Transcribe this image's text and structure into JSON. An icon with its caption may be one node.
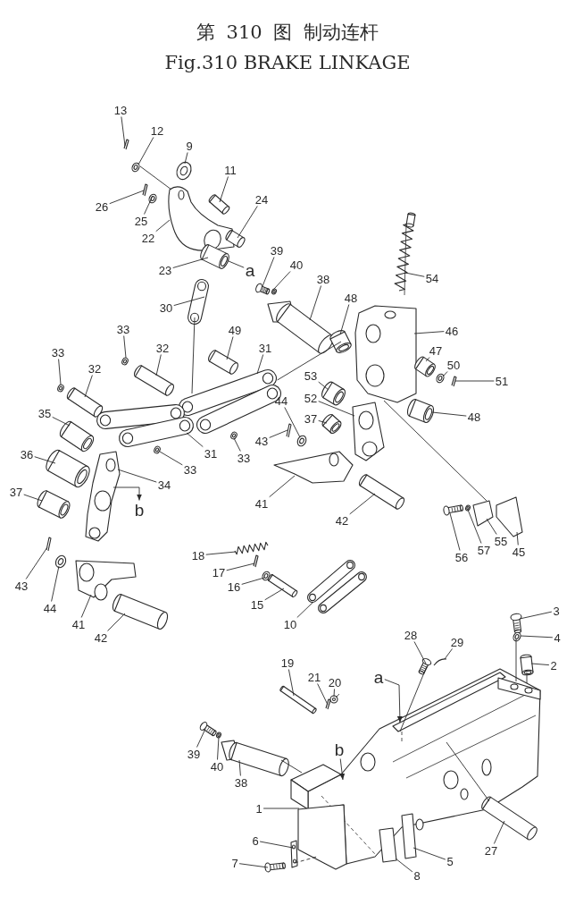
{
  "diagram": {
    "title": "第 310 图 制动连杆",
    "caption": "Fig.310 BRAKE LINKAGE",
    "nodes": [
      {
        "text": [
          "13"
        ]
      },
      {
        "text": [
          "12"
        ]
      },
      {
        "text": [
          "9"
        ]
      },
      {
        "text": [
          "11"
        ]
      },
      {
        "text": [
          "26"
        ]
      },
      {
        "text": [
          "25"
        ]
      },
      {
        "text": [
          "22"
        ]
      },
      {
        "text": [
          "24"
        ]
      },
      {
        "text": [
          "23"
        ]
      },
      {
        "text": [
          "a"
        ]
      },
      {
        "text": [
          "54"
        ]
      },
      {
        "text": [
          "39"
        ]
      },
      {
        "text": [
          "40"
        ]
      },
      {
        "text": [
          "38"
        ]
      },
      {
        "text": [
          "48"
        ]
      },
      {
        "text": [
          "30"
        ]
      },
      {
        "text": [
          "33"
        ]
      },
      {
        "text": [
          "32"
        ]
      },
      {
        "text": [
          "49"
        ]
      },
      {
        "text": [
          "31"
        ]
      },
      {
        "text": [
          "46"
        ]
      },
      {
        "text": [
          "33"
        ]
      },
      {
        "text": [
          "32"
        ]
      },
      {
        "text": [
          "47"
        ]
      },
      {
        "text": [
          "50"
        ]
      },
      {
        "text": [
          "51"
        ]
      },
      {
        "text": [
          "53"
        ]
      },
      {
        "text": [
          "44"
        ]
      },
      {
        "text": [
          "52"
        ]
      },
      {
        "text": [
          "35"
        ]
      },
      {
        "text": [
          "43"
        ]
      },
      {
        "text": [
          "37"
        ]
      },
      {
        "text": [
          "48"
        ]
      },
      {
        "text": [
          "31"
        ]
      },
      {
        "text": [
          "36"
        ]
      },
      {
        "text": [
          "33"
        ]
      },
      {
        "text": [
          "33"
        ]
      },
      {
        "text": [
          "34"
        ]
      },
      {
        "text": [
          "37"
        ]
      },
      {
        "text": [
          "b"
        ]
      },
      {
        "text": [
          "41"
        ]
      },
      {
        "text": [
          "42"
        ]
      },
      {
        "text": [
          "56"
        ]
      },
      {
        "text": [
          "57"
        ]
      },
      {
        "text": [
          "55"
        ]
      },
      {
        "text": [
          "45"
        ]
      },
      {
        "text": [
          "18"
        ]
      },
      {
        "text": [
          "43"
        ]
      },
      {
        "text": [
          "17"
        ]
      },
      {
        "text": [
          "16"
        ]
      },
      {
        "text": [
          "44"
        ]
      },
      {
        "text": [
          "15"
        ]
      },
      {
        "text": [
          "10"
        ]
      },
      {
        "text": [
          "41"
        ]
      },
      {
        "text": [
          "3"
        ]
      },
      {
        "text": [
          "42"
        ]
      },
      {
        "text": [
          "4"
        ]
      },
      {
        "text": [
          "28"
        ]
      },
      {
        "text": [
          "29"
        ]
      },
      {
        "text": [
          "2"
        ]
      },
      {
        "text": [
          "19"
        ]
      },
      {
        "text": [
          "a"
        ]
      },
      {
        "text": [
          "21"
        ]
      },
      {
        "text": [
          "20"
        ]
      },
      {
        "text": [
          "39"
        ]
      },
      {
        "text": [
          "40"
        ]
      },
      {
        "text": [
          "38"
        ]
      },
      {
        "text": [
          "b"
        ]
      },
      {
        "text": [
          "1"
        ]
      },
      {
        "text": [
          "6"
        ]
      },
      {
        "text": [
          "5"
        ]
      },
      {
        "text": [
          "7"
        ]
      },
      {
        "text": [
          "8"
        ]
      },
      {
        "text": [
          "27"
        ]
      },
      {
        "text": [],
        "shape": "picture"
      },
      {
        "text": [],
        "shape": "picture"
      },
      {
        "text": [],
        "shape": "picture"
      },
      {
        "text": [],
        "shape": "picture"
      },
      {
        "text": [],
        "shape": "picture"
      },
      {
        "text": [],
        "shape": "picture"
      },
      {
        "text": [],
        "shape": "picture"
      },
      {
        "text": [],
        "shape": "picture"
      },
      {
        "text": [],
        "shape": "picture"
      },
      {
        "text": [],
        "shape": "picture"
      },
      {
        "text": [],
        "shape": "picture"
      },
      {
        "text": [],
        "shape": "picture"
      },
      {
        "text": [],
        "shape": "picture"
      },
      {
        "text": [],
        "shape": "picture"
      },
      {
        "text": [],
        "shape": "picture"
      },
      {
        "text": [],
        "shape": "picture"
      },
      {
        "text": [],
        "shape": "picture"
      },
      {
        "text": [],
        "shape": "picture"
      },
      {
        "text": [],
        "shape": "picture"
      },
      {
        "text": [],
        "shape": "picture"
      },
      {
        "text": [],
        "shape": "picture"
      },
      {
        "text": [],
        "shape": "picture"
      },
      {
        "text": [],
        "shape": "picture"
      },
      {
        "text": [],
        "shape": "picture"
      },
      {
        "text": [],
        "shape": "picture"
      },
      {
        "text": [],
        "shape": "picture"
      },
      {
        "text": [],
        "shape": "picture"
      },
      {
        "text": [],
        "shape": "picture"
      },
      {
        "text": [],
        "shape": "picture"
      },
      {
        "text": [],
        "shape": "picture"
      },
      {
        "text": [],
        "shape": "picture"
      },
      {
        "text": [],
        "shape": "picture"
      },
      {
        "text": [],
        "shape": "picture"
      },
      {
        "text": [],
        "shape": "picture"
      },
      {
        "text": [],
        "shape": "picture"
      },
      {
        "text": [],
        "shape": "picture"
      },
      {
        "text": [],
        "shape": "picture"
      },
      {
        "text": [],
        "shape": "picture"
      },
      {
        "text": [],
        "shape": "picture"
      },
      {
        "text": [],
        "shape": "picture"
      },
      {
        "text": [],
        "shape": "picture"
      },
      {
        "text": [],
        "shape": "picture"
      },
      {
        "text": [],
        "shape": "picture"
      },
      {
        "text": [],
        "shape": "picture"
      },
      {
        "text": [],
        "shape": "picture"
      },
      {
        "text": [],
        "shape": "picture"
      },
      {
        "text": [],
        "shape": "picture"
      },
      {
        "text": [],
        "shape": "picture"
      },
      {
        "text": [],
        "shape": "picture"
      },
      {
        "text": [],
        "shape": "picture"
      },
      {
        "text": [],
        "shape": "picture"
      },
      {
        "text": [],
        "shape": "picture"
      },
      {
        "text": [],
        "shape": "picture"
      },
      {
        "text": [],
        "shape": "picture"
      },
      {
        "text": [],
        "shape": "picture"
      },
      {
        "text": [],
        "shape": "picture"
      },
      {
        "text": [],
        "shape": "picture"
      },
      {
        "text": [],
        "shape": "picture"
      },
      {
        "text": [],
        "shape": "picture"
      },
      {
        "text": [],
        "shape": "picture"
      },
      {
        "text": [],
        "shape": "picture"
      },
      {
        "text": [],
        "shape": "picture"
      },
      {
        "text": [],
        "shape": "picture"
      },
      {
        "text": [],
        "shape": "picture"
      },
      {
        "text": [],
        "shape": "picture"
      },
      {
        "text": [],
        "shape": "picture"
      },
      {
        "text": [],
        "shape": "picture"
      },
      {
        "text": [],
        "shape": "picture"
      },
      {
        "text": [],
        "shape": "picture"
      },
      {
        "text": [],
        "shape": "picture"
      }
    ],
    "edges": [
      {
        "from": 0,
        "to": 74,
        "arrow": "none"
      },
      {
        "from": 1,
        "to": 75,
        "arrow": "none"
      },
      {
        "from": 2,
        "to": 76,
        "arrow": "none"
      },
      {
        "from": 3,
        "to": 77,
        "arrow": "none"
      },
      {
        "from": 4,
        "to": 78,
        "arrow": "none"
      },
      {
        "from": 5,
        "to": 79,
        "arrow": "none"
      },
      {
        "from": 6,
        "to": 80,
        "arrow": "none"
      },
      {
        "from": 7,
        "to": 81,
        "arrow": "none"
      },
      {
        "from": 8,
        "to": 82,
        "arrow": "none"
      },
      {
        "from": 9,
        "to": 82,
        "arrow": "none"
      },
      {
        "from": 10,
        "to": 83,
        "arrow": "none"
      },
      {
        "from": 11,
        "to": 84,
        "arrow": "none"
      },
      {
        "from": 12,
        "to": 85,
        "arrow": "none"
      },
      {
        "from": 13,
        "to": 86,
        "arrow": "none"
      },
      {
        "from": 14,
        "to": 87,
        "arrow": "none"
      },
      {
        "from": 15,
        "to": 88,
        "arrow": "none"
      },
      {
        "from": 16,
        "to": 89,
        "arrow": "none"
      },
      {
        "from": 17,
        "to": 90,
        "arrow": "none"
      },
      {
        "from": 18,
        "to": 91,
        "arrow": "none"
      },
      {
        "from": 19,
        "to": 92,
        "arrow": "none"
      },
      {
        "from": 20,
        "to": 93,
        "arrow": "none"
      },
      {
        "from": 21,
        "to": 94,
        "arrow": "none"
      },
      {
        "from": 22,
        "to": 95,
        "arrow": "none"
      },
      {
        "from": 23,
        "to": 96,
        "arrow": "none"
      },
      {
        "from": 24,
        "to": 97,
        "arrow": "none"
      },
      {
        "from": 25,
        "to": 98,
        "arrow": "none"
      },
      {
        "from": 26,
        "to": 99,
        "arrow": "none"
      },
      {
        "from": 27,
        "to": 100,
        "arrow": "none"
      },
      {
        "from": 28,
        "to": 101,
        "arrow": "none"
      },
      {
        "from": 29,
        "to": 102,
        "arrow": "none"
      },
      {
        "from": 30,
        "to": 103,
        "arrow": "none"
      },
      {
        "from": 31,
        "to": 104,
        "arrow": "none"
      },
      {
        "from": 32,
        "to": 105,
        "arrow": "none"
      },
      {
        "from": 33,
        "to": 106,
        "arrow": "none"
      },
      {
        "from": 34,
        "to": 107,
        "arrow": "none"
      },
      {
        "from": 35,
        "to": 108,
        "arrow": "none"
      },
      {
        "from": 36,
        "to": 109,
        "arrow": "none"
      },
      {
        "from": 37,
        "to": 110,
        "arrow": "none"
      },
      {
        "from": 38,
        "to": 111,
        "arrow": "none"
      },
      {
        "from": 110,
        "to": 39,
        "arrow": "to"
      },
      {
        "from": 40,
        "to": 112,
        "arrow": "none"
      },
      {
        "from": 41,
        "to": 113,
        "arrow": "none"
      },
      {
        "from": 42,
        "to": 114,
        "arrow": "none"
      },
      {
        "from": 43,
        "to": 115,
        "arrow": "none"
      },
      {
        "from": 44,
        "to": 116,
        "arrow": "none"
      },
      {
        "from": 45,
        "to": 117,
        "arrow": "none"
      },
      {
        "from": 46,
        "to": 118,
        "arrow": "none"
      },
      {
        "from": 47,
        "to": 119,
        "arrow": "none"
      },
      {
        "from": 48,
        "to": 120,
        "arrow": "none"
      },
      {
        "from": 49,
        "to": 121,
        "arrow": "none"
      },
      {
        "from": 50,
        "to": 122,
        "arrow": "none"
      },
      {
        "from": 51,
        "to": 123,
        "arrow": "none"
      },
      {
        "from": 52,
        "to": 124,
        "arrow": "none"
      },
      {
        "from": 53,
        "to": 125,
        "arrow": "none"
      },
      {
        "from": 54,
        "to": 126,
        "arrow": "none"
      },
      {
        "from": 55,
        "to": 127,
        "arrow": "none"
      },
      {
        "from": 56,
        "to": 128,
        "arrow": "none"
      },
      {
        "from": 57,
        "to": 129,
        "arrow": "none"
      },
      {
        "from": 58,
        "to": 130,
        "arrow": "none"
      },
      {
        "from": 59,
        "to": 131,
        "arrow": "none"
      },
      {
        "from": 60,
        "to": 132,
        "arrow": "none"
      },
      {
        "from": 61,
        "to": 133,
        "arrow": "to"
      },
      {
        "from": 62,
        "to": 134,
        "arrow": "none"
      },
      {
        "from": 63,
        "to": 135,
        "arrow": "none"
      },
      {
        "from": 64,
        "to": 136,
        "arrow": "none"
      },
      {
        "from": 65,
        "to": 137,
        "arrow": "none"
      },
      {
        "from": 66,
        "to": 138,
        "arrow": "none"
      },
      {
        "from": 67,
        "to": 133,
        "arrow": "to"
      },
      {
        "from": 68,
        "to": 133,
        "arrow": "none"
      },
      {
        "from": 69,
        "to": 139,
        "arrow": "none"
      },
      {
        "from": 70,
        "to": 140,
        "arrow": "none"
      },
      {
        "from": 71,
        "to": 141,
        "arrow": "none"
      },
      {
        "from": 72,
        "to": 142,
        "arrow": "none"
      },
      {
        "from": 73,
        "to": 143,
        "arrow": "none"
      },
      {
        "from": 75,
        "to": 80,
        "arrow": "none"
      },
      {
        "from": 87,
        "to": 92,
        "arrow": "none"
      },
      {
        "from": 88,
        "to": 92,
        "arrow": "none"
      },
      {
        "from": 93,
        "to": 116,
        "arrow": "none"
      },
      {
        "from": 128,
        "to": 133,
        "arrow": "none"
      },
      {
        "from": 131,
        "to": 133,
        "arrow": "none"
      },
      {
        "from": 129,
        "to": 133,
        "arrow": "none"
      },
      {
        "from": 138,
        "to": 133,
        "arrow": "none"
      },
      {
        "from": 133,
        "to": 143,
        "arrow": "none"
      },
      {
        "from": 139,
        "to": 133,
        "arrow": "none",
        "style": "dashed"
      }
    ]
  }
}
